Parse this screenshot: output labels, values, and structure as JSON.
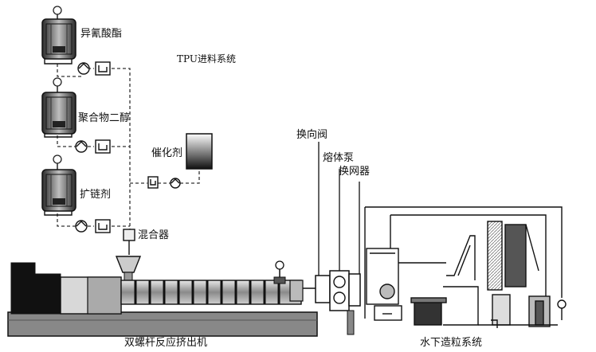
{
  "labels": {
    "isocyanate": "异氰酸酯",
    "polyol": "聚合物二醇",
    "chain_extender": "扩链剂",
    "tpu_feed_system": "TPU进料系统",
    "catalyst": "催化剂",
    "mixer": "混合器",
    "diverter_valve": "换向阀",
    "melt_pump": "熔体泵",
    "screen_changer": "换网器",
    "twin_screw_extruder": "双螺杆反应挤出机",
    "underwater_pelletizing": "水下造粒系统"
  }
}
